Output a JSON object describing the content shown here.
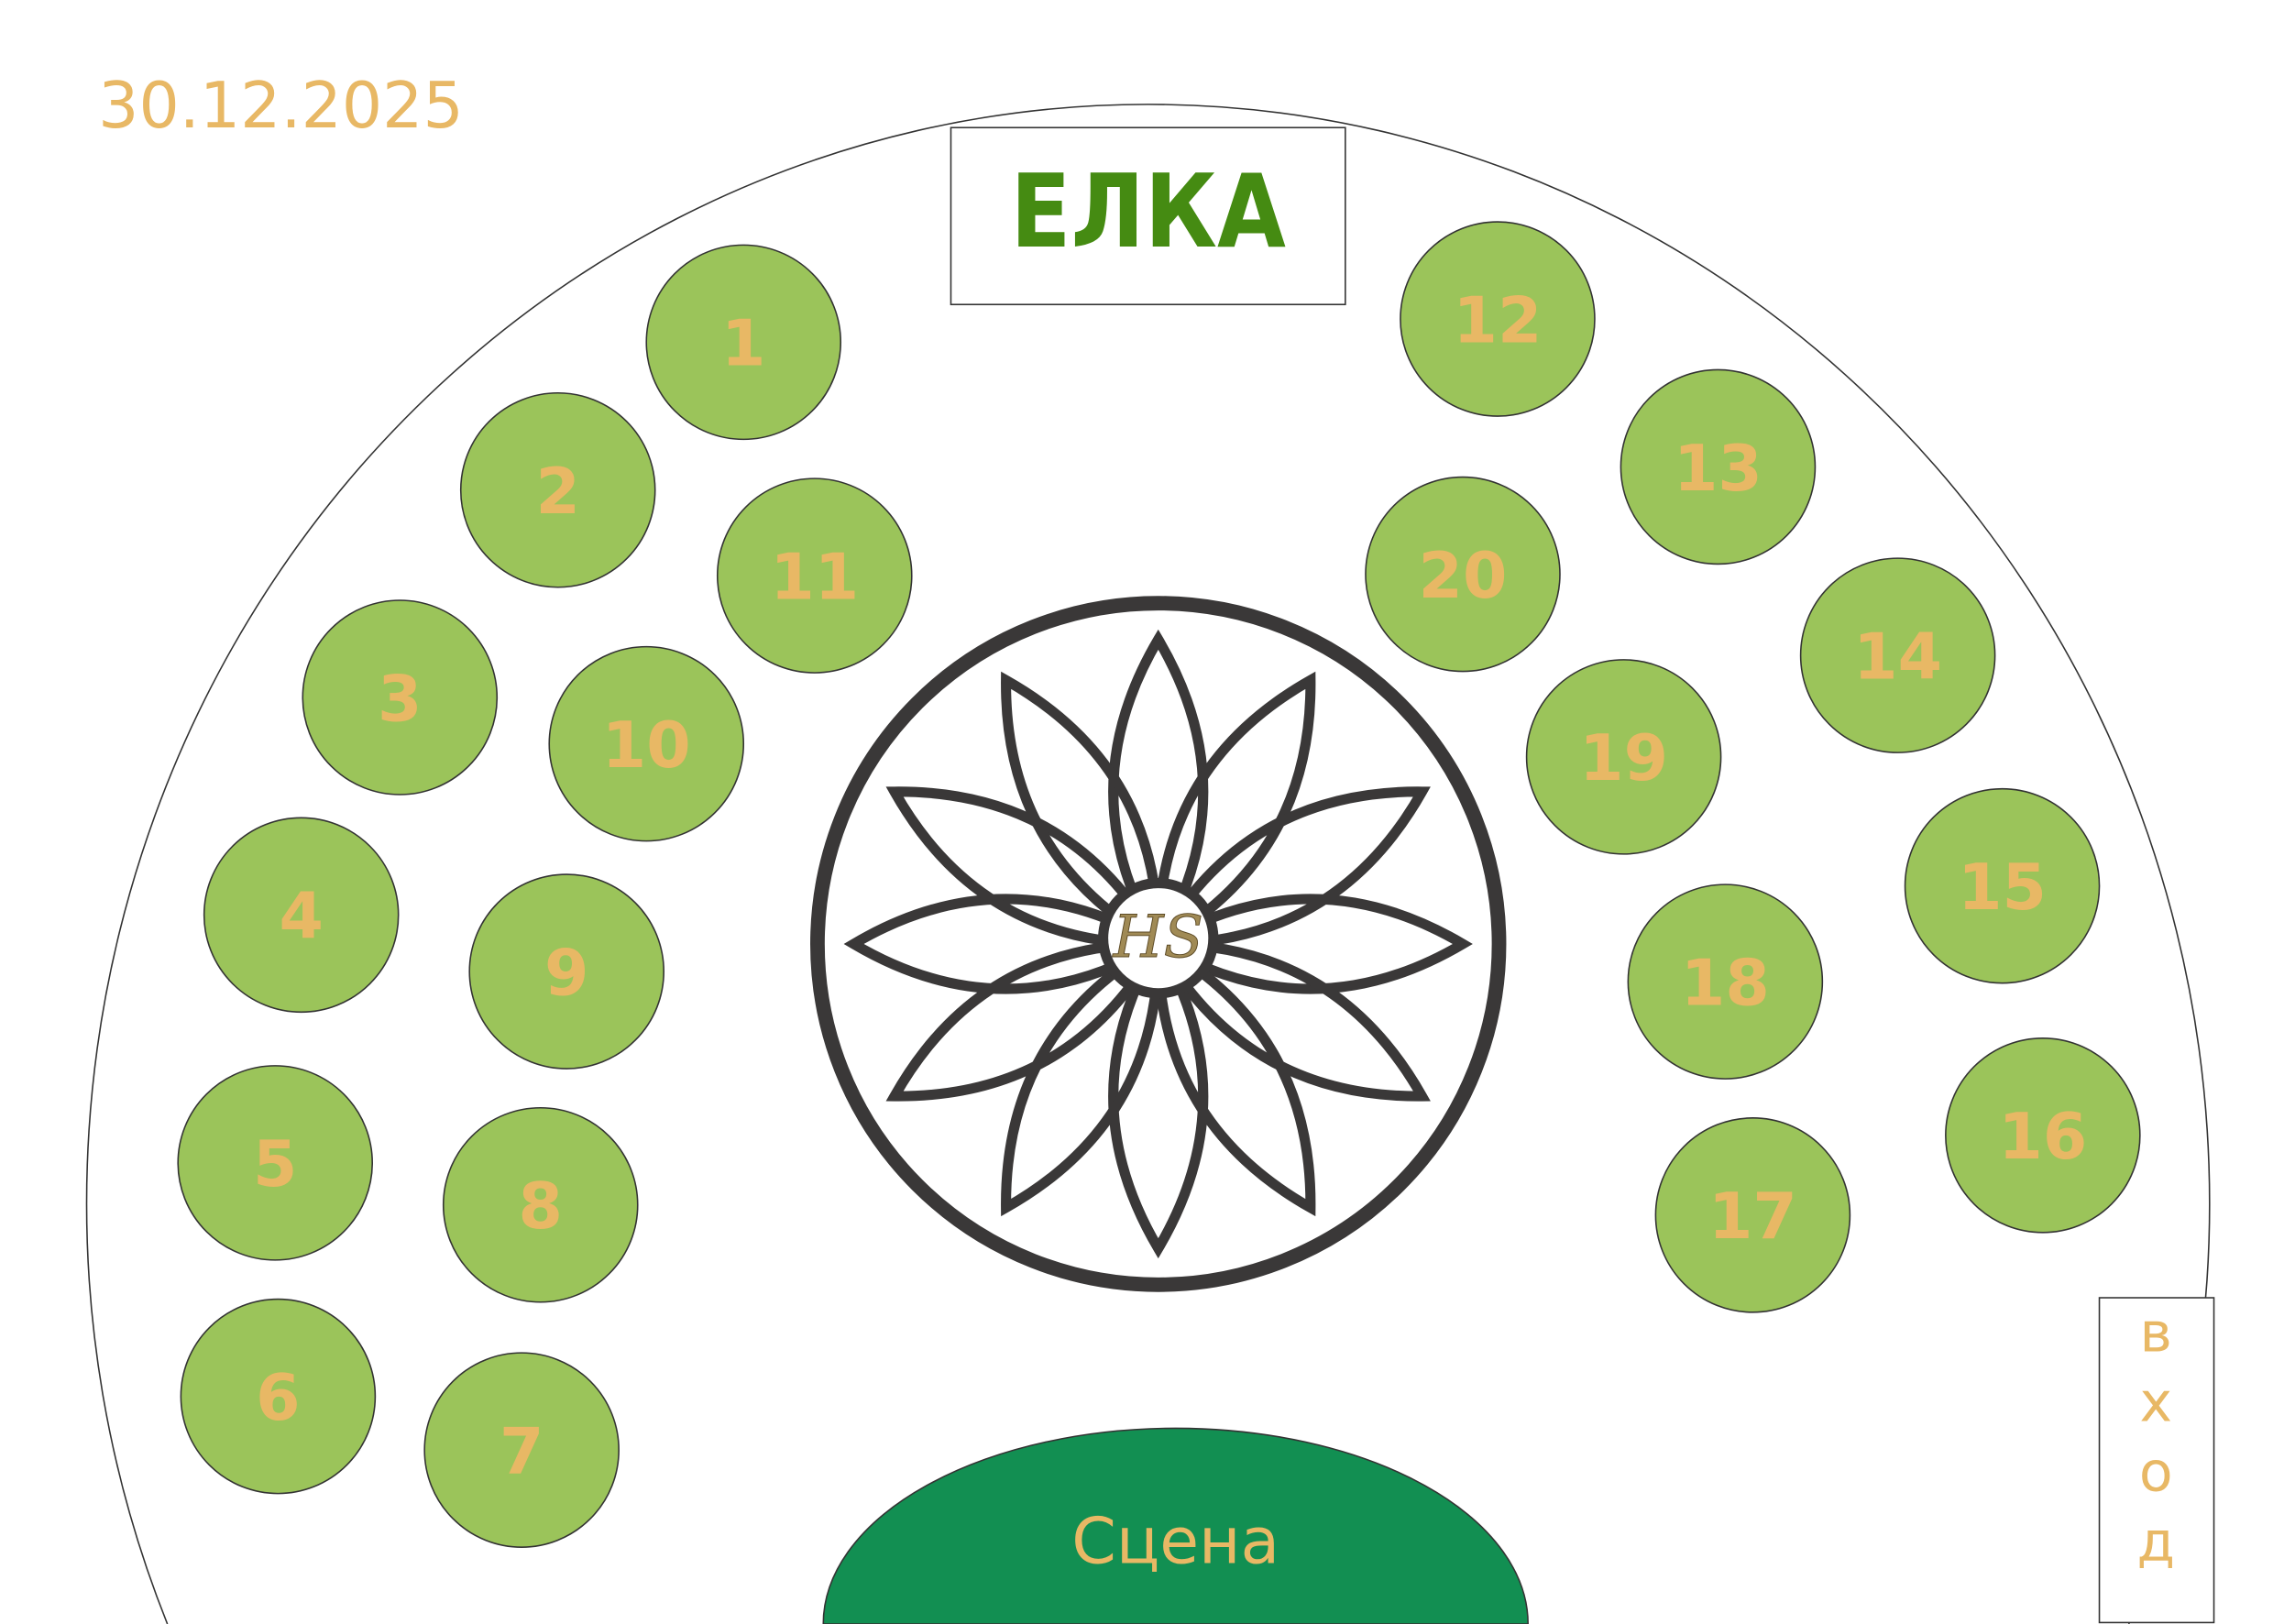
{
  "date": "30.12.2025",
  "tree_label": "ЕЛКА",
  "stage_label": "Сцена",
  "entrance_letters": [
    "в",
    "х",
    "о",
    "д"
  ],
  "monogram": "HS",
  "tables": [
    "1",
    "2",
    "3",
    "4",
    "5",
    "6",
    "7",
    "8",
    "9",
    "10",
    "11",
    "12",
    "13",
    "14",
    "15",
    "16",
    "17",
    "18",
    "19",
    "20"
  ],
  "colors": {
    "table_fill": "#9bc45a",
    "number": "#e8b865",
    "stage": "#128f52",
    "tree_text": "#458b12",
    "rosette": "#3a3838"
  }
}
